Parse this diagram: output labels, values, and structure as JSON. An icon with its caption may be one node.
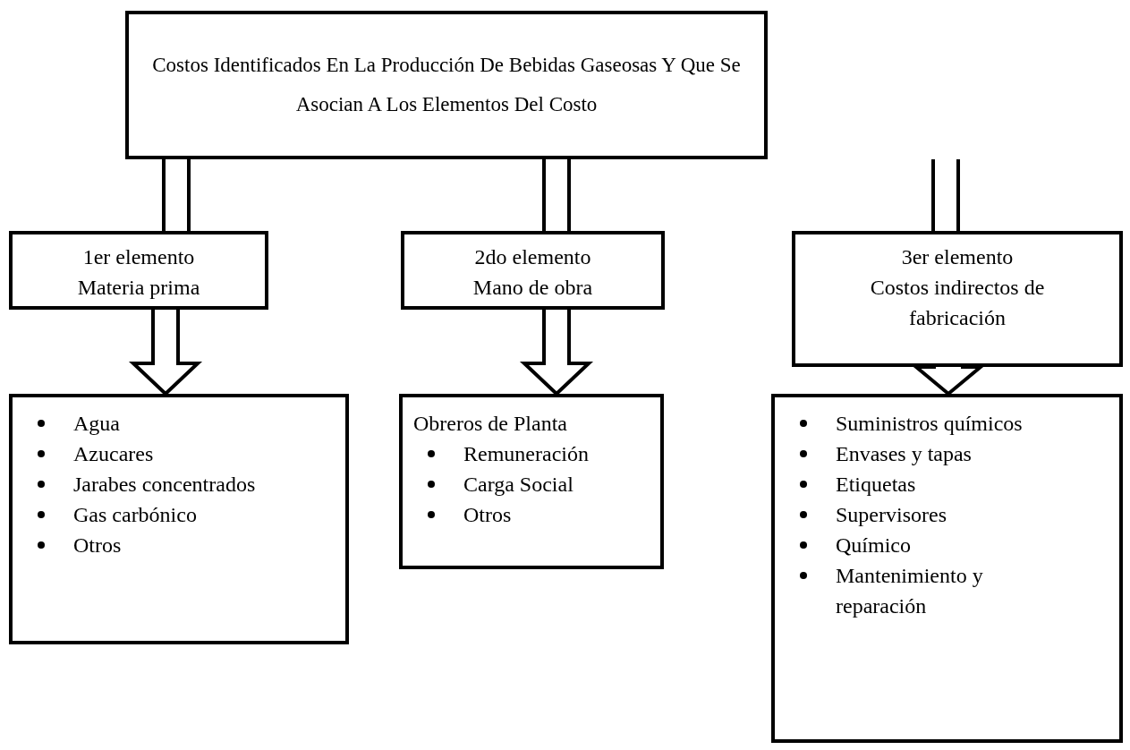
{
  "diagram": {
    "nodes": [
      {
        "text": [
          "Costos Identificados En La Producción De Bebidas Gaseosas Y Que Se Asocian A Los Elementos Del Costo"
        ]
      },
      {
        "text": [
          "1er elemento",
          "Materia prima"
        ]
      },
      {
        "text": [
          "2do elemento",
          "Mano de obra"
        ]
      },
      {
        "text": [
          "3er elemento",
          "Costos indirectos de fabricación"
        ]
      },
      {
        "text": [
          "Agua",
          "Azucares",
          "Jarabes concentrados",
          "Gas carbónico",
          "Otros"
        ]
      },
      {
        "text": [
          "Obreros de Planta",
          "Remuneración",
          "Carga Social",
          "Otros"
        ]
      },
      {
        "text": [
          "Suministros químicos",
          "Envases y tapas",
          "Etiquetas",
          "Supervisores",
          "Químico",
          "Mantenimiento y reparación"
        ]
      }
    ],
    "edges": [
      {
        "from": 0,
        "to": 1,
        "arrow": "none"
      },
      {
        "from": 0,
        "to": 2,
        "arrow": "none"
      },
      {
        "from": null,
        "to": 3,
        "arrow": "none"
      },
      {
        "from": 1,
        "to": 4,
        "arrow": "to"
      },
      {
        "from": 2,
        "to": 5,
        "arrow": "to"
      },
      {
        "from": 3,
        "to": 6,
        "arrow": "to"
      }
    ]
  }
}
